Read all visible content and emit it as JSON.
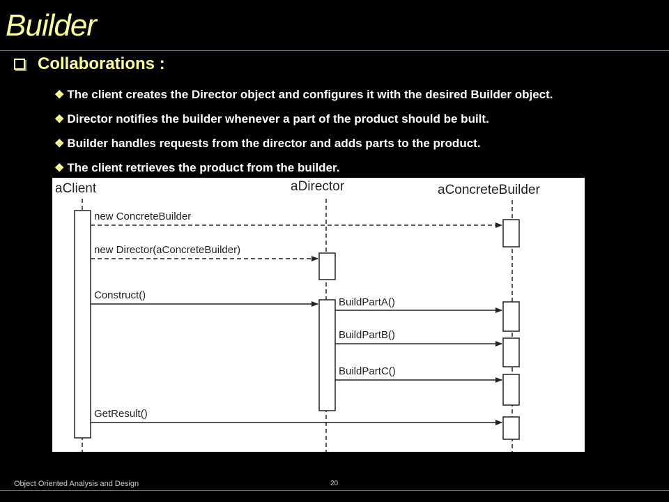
{
  "slide": {
    "title": "Builder",
    "heading": "Collaborations :",
    "bullets": [
      "The client creates the Director object and configures it with the desired Builder object.",
      "Director notifies the builder whenever a part of the product should be built.",
      "Builder handles requests from the director and adds parts to the product.",
      "The client retrieves the product from the builder."
    ],
    "footer": "Object Oriented Analysis and Design",
    "page_number": "20"
  },
  "diagram": {
    "lifelines": [
      "aClient",
      "aDirector",
      "aConcreteBuilder"
    ],
    "messages": [
      "new ConcreteBuilder",
      "new Director(aConcreteBuilder)",
      "Construct()",
      "BuildPartA()",
      "BuildPartB()",
      "BuildPartC()",
      "GetResult()"
    ]
  },
  "colors": {
    "background": "#000000",
    "accent": "#ffff99",
    "text": "#ffffff"
  },
  "icons": {
    "heading_marker": "square-outline-icon",
    "bullet_marker": "four-diamond-icon"
  }
}
